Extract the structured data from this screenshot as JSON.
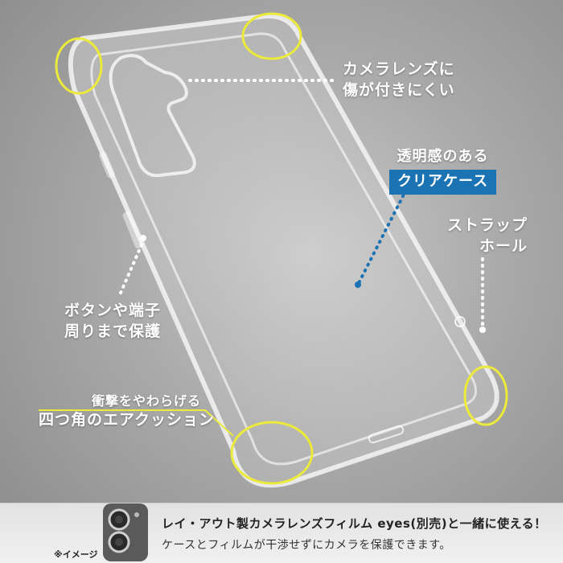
{
  "callouts": {
    "camera_line1": "カメラレンズに",
    "camera_line2": "傷が付きにくい",
    "clear_line1": "透明感のある",
    "clear_badge": "クリアケース",
    "strap_line1": "ストラップ",
    "strap_line2": "ホール",
    "button_line1": "ボタンや端子",
    "button_line2": "周りまで保護",
    "corner_line1": "衝撃をやわらげる",
    "corner_line2": "四つ角のエアクッション"
  },
  "footer": {
    "line1": "レイ・アウト製カメラレンズフィルム eyes(別売)と一緒に使える！",
    "line2": "ケースとフィルムが干渉せずにカメラを保護できます。",
    "image_note": "※イメージ"
  },
  "colors": {
    "highlight_ring": "#ecea3a",
    "badge": "#1b73b3",
    "dot_line": "#ffffff",
    "dot_line_blue": "#1b73b3"
  }
}
